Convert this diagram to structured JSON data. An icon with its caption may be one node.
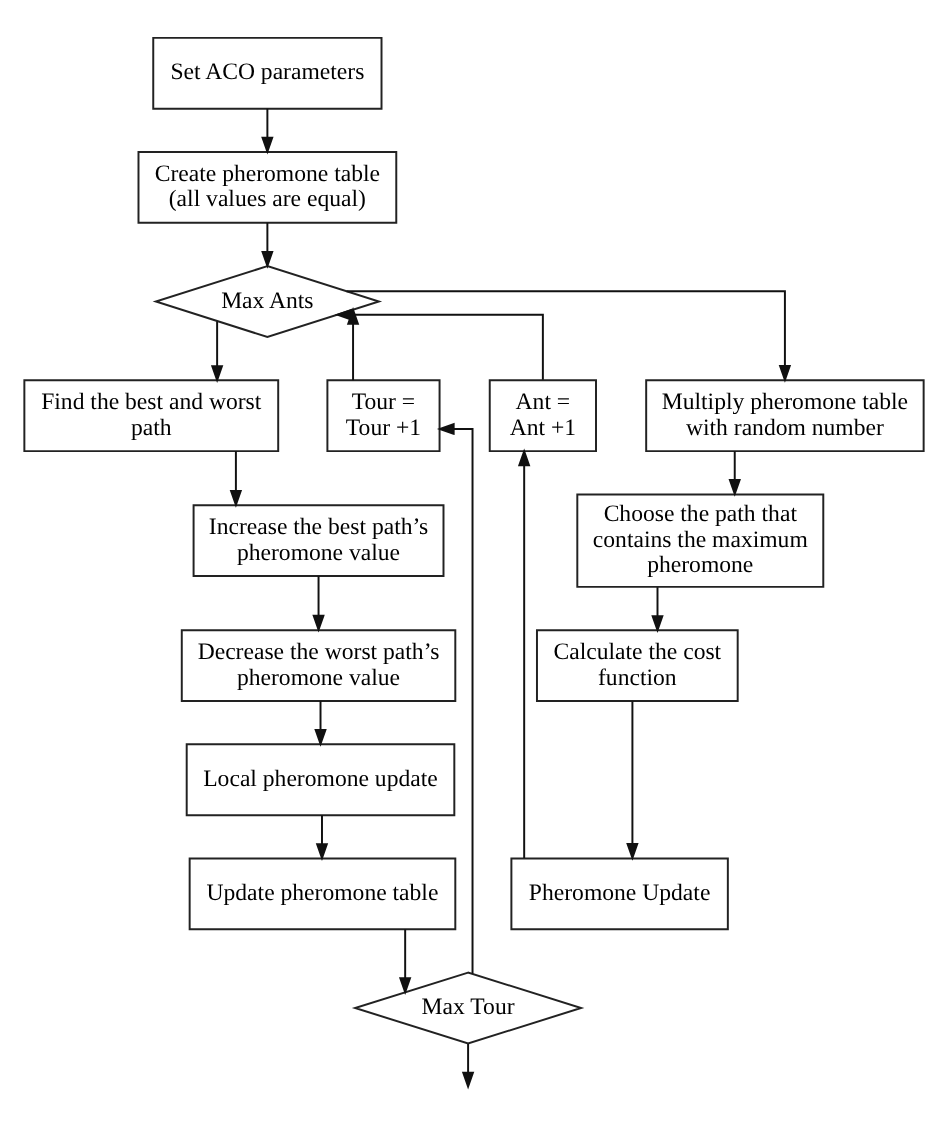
{
  "diagram": {
    "nodes": [
      {
        "text": [
          "Set ACO parameters"
        ]
      },
      {
        "text": [
          "Create pheromone table (all values are equal)"
        ]
      },
      {
        "text": [
          "Max Ants"
        ]
      },
      {
        "text": [
          "Tour = Tour +1"
        ]
      },
      {
        "text": [
          "Ant = Ant +1"
        ]
      },
      {
        "text": [
          "Multiply pheromone table with random number"
        ]
      },
      {
        "text": [
          "Choose the path that contains the maximum pheromone"
        ]
      },
      {
        "text": [
          "Calculate the cost function"
        ]
      },
      {
        "text": [
          "Pheromone Update"
        ]
      },
      {
        "text": [
          "Find the best and worst path"
        ]
      },
      {
        "text": [
          "Increase the best path’s pheromone value"
        ]
      },
      {
        "text": [
          "Decrease the worst path’s pheromone value"
        ]
      },
      {
        "text": [
          "Local pheromone update"
        ]
      },
      {
        "text": [
          "Update pheromone table"
        ]
      },
      {
        "text": [
          "Max Tour"
        ]
      }
    ],
    "edges": [
      {
        "from": 0,
        "to": 1,
        "arrow": "to"
      },
      {
        "from": 1,
        "to": 2,
        "arrow": "to"
      },
      {
        "from": 3,
        "to": 2,
        "arrow": "to"
      },
      {
        "from": 4,
        "to": 2,
        "arrow": "to"
      },
      {
        "from": 2,
        "to": 5,
        "arrow": "to"
      },
      {
        "from": 5,
        "to": 6,
        "arrow": "to"
      },
      {
        "from": 6,
        "to": 7,
        "arrow": "to"
      },
      {
        "from": 7,
        "to": 8,
        "arrow": "to"
      },
      {
        "from": 8,
        "to": 4,
        "arrow": "to"
      },
      {
        "from": 2,
        "to": 9,
        "arrow": "to"
      },
      {
        "from": 9,
        "to": 10,
        "arrow": "to"
      },
      {
        "from": 10,
        "to": 11,
        "arrow": "to"
      },
      {
        "from": 11,
        "to": 12,
        "arrow": "to"
      },
      {
        "from": 12,
        "to": 13,
        "arrow": "to"
      },
      {
        "from": 13,
        "to": 14,
        "arrow": "to"
      },
      {
        "from": 14,
        "to": 3,
        "arrow": "to"
      },
      {
        "from": 14,
        "to": null,
        "arrow": "to"
      }
    ]
  }
}
